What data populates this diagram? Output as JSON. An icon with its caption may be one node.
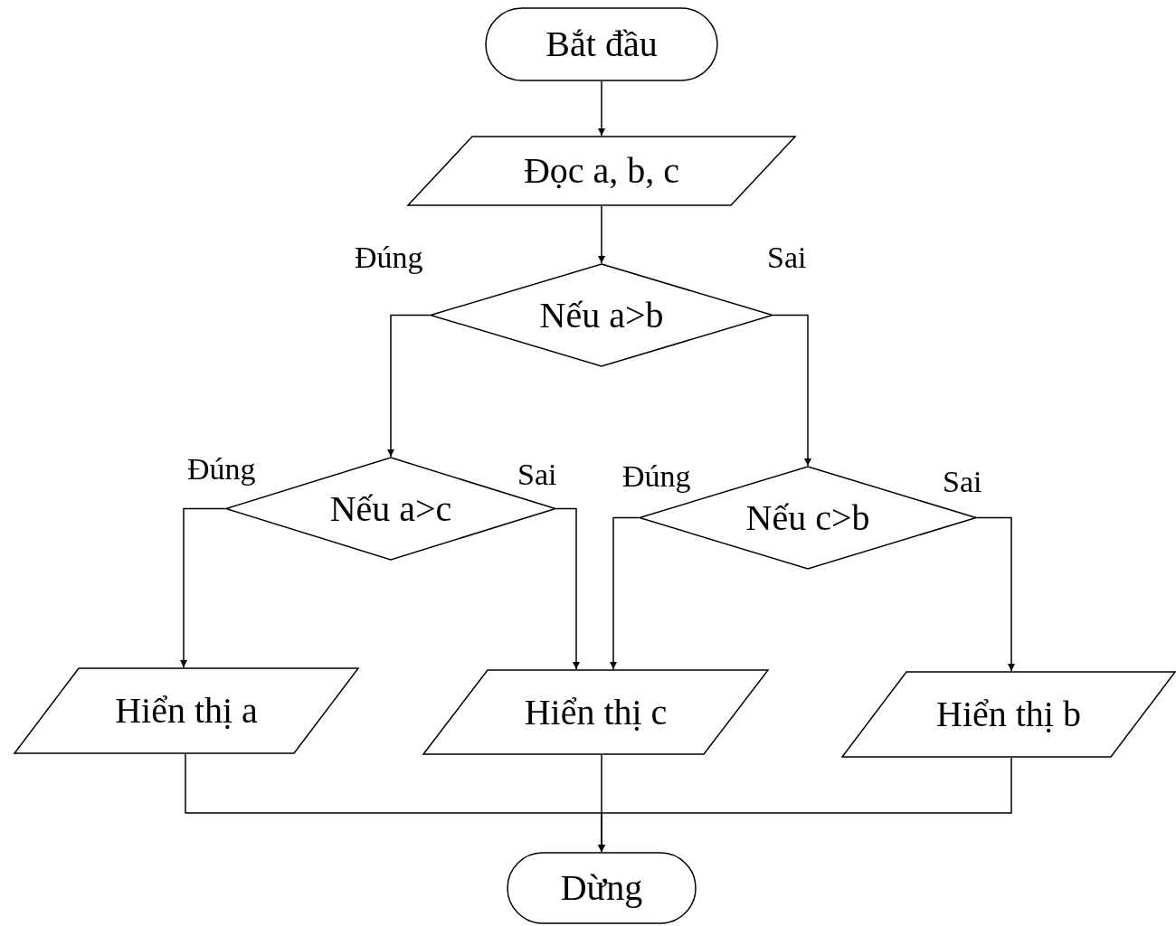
{
  "diagram": {
    "nodes": [
      {
        "text": [
          "Bắt đầu"
        ]
      },
      {
        "text": [
          "Đọc a, b, c"
        ]
      },
      {
        "text": [
          "Nếu a>b"
        ]
      },
      {
        "text": [
          "Nếu a>c"
        ]
      },
      {
        "text": [
          "Nếu c>b"
        ]
      },
      {
        "text": [
          "Hiển thị a"
        ]
      },
      {
        "text": [
          "Hiển thị c"
        ]
      },
      {
        "text": [
          "Hiển thị b"
        ]
      },
      {
        "text": [
          "Dừng"
        ]
      }
    ],
    "edges": [
      {
        "from": 0,
        "to": 1,
        "arrow": "to"
      },
      {
        "from": 1,
        "to": 2,
        "arrow": "to"
      },
      {
        "from": 2,
        "to": 3,
        "arrow": "to",
        "label": "Đúng"
      },
      {
        "from": 2,
        "to": 4,
        "arrow": "to",
        "label": "Sai"
      },
      {
        "from": 3,
        "to": 5,
        "arrow": "to",
        "label": "Đúng"
      },
      {
        "from": 3,
        "to": 6,
        "arrow": "to",
        "label": "Sai"
      },
      {
        "from": 4,
        "to": 6,
        "arrow": "to",
        "label": "Đúng"
      },
      {
        "from": 4,
        "to": 7,
        "arrow": "to",
        "label": "Sai"
      },
      {
        "from": 5,
        "to": 8,
        "arrow": "to"
      },
      {
        "from": 6,
        "to": 8,
        "arrow": "to"
      },
      {
        "from": 7,
        "to": 8,
        "arrow": "to"
      }
    ]
  }
}
